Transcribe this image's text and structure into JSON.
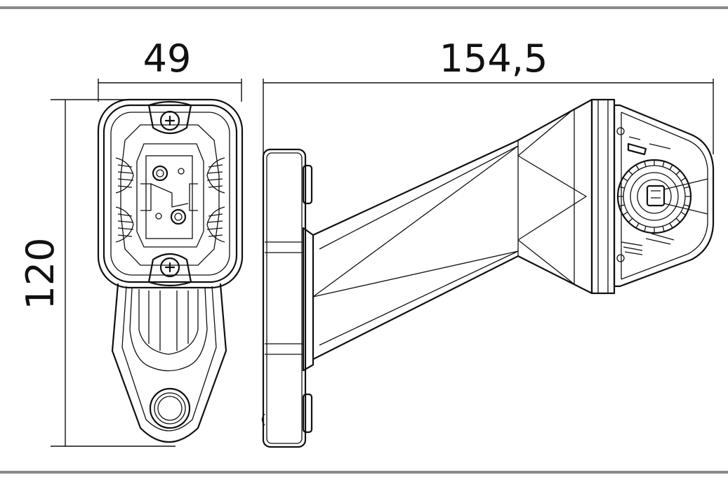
{
  "dimensions": {
    "width": "49",
    "length": "154,5",
    "height": "120"
  }
}
